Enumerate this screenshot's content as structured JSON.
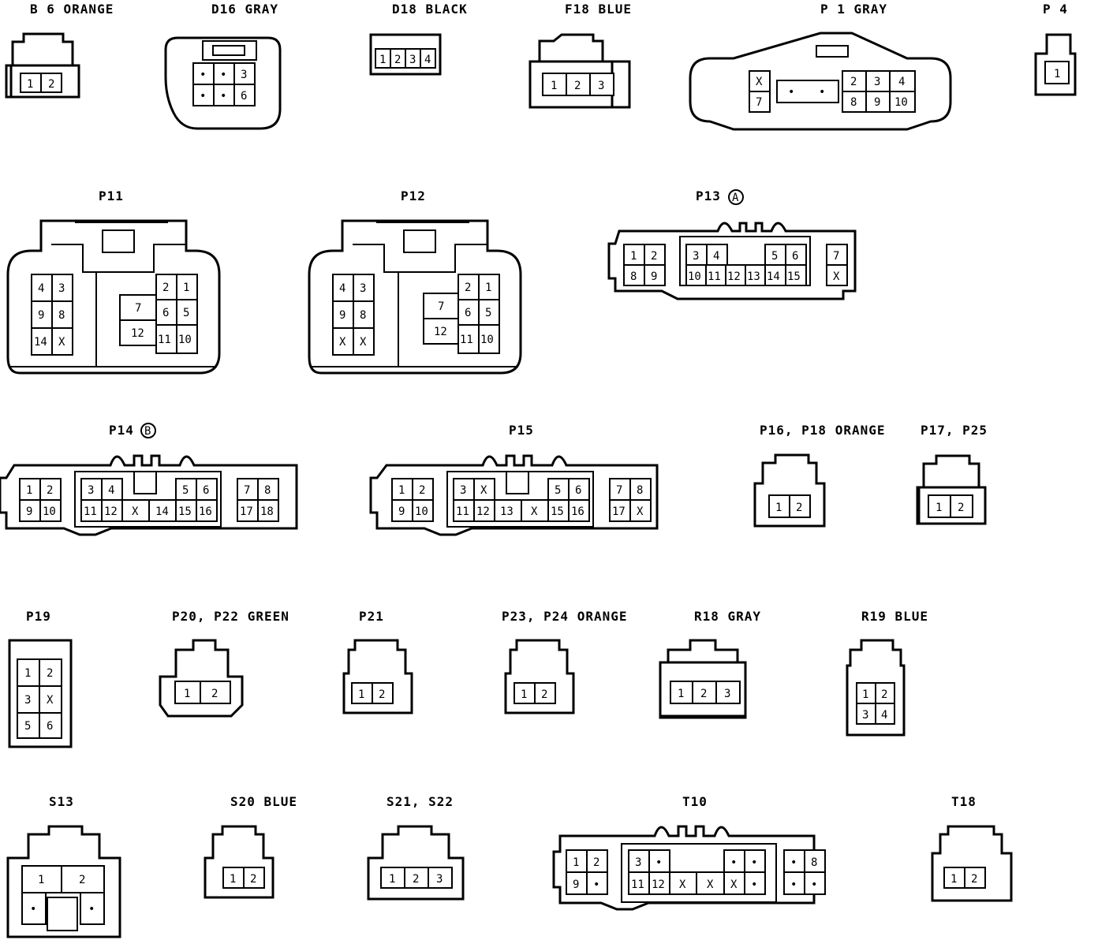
{
  "connectors": [
    {
      "label": "B 6  ORANGE",
      "pins": [
        "1",
        "2"
      ]
    },
    {
      "label": "D16  GRAY",
      "pins": [
        "•",
        "•",
        "3",
        "•",
        "•",
        "6"
      ]
    },
    {
      "label": "D18  BLACK",
      "pins": [
        "1",
        "2",
        "3",
        "4"
      ]
    },
    {
      "label": "F18  BLUE",
      "pins": [
        "1",
        "2",
        "3"
      ]
    },
    {
      "label": "P 1  GRAY",
      "pins": [
        "X",
        "7",
        "•",
        "•",
        "2",
        "3",
        "4",
        "8",
        "9",
        "10"
      ]
    },
    {
      "label": "P 4",
      "pins": [
        "1"
      ]
    },
    {
      "label": "P11",
      "pins": [
        "4",
        "3",
        "9",
        "8",
        "14",
        "X",
        "7",
        "12",
        "2",
        "1",
        "6",
        "5",
        "11",
        "10"
      ]
    },
    {
      "label": "P12",
      "pins": [
        "4",
        "3",
        "9",
        "8",
        "X",
        "X",
        "7",
        "12",
        "2",
        "1",
        "6",
        "5",
        "11",
        "10"
      ]
    },
    {
      "label": "P13",
      "badge": "A",
      "pins": [
        "1",
        "2",
        "8",
        "9",
        "3",
        "4",
        "5",
        "6",
        "10",
        "11",
        "12",
        "13",
        "14",
        "15",
        "7",
        "X"
      ]
    },
    {
      "label": "P14",
      "badge": "B",
      "pins": [
        "1",
        "2",
        "9",
        "10",
        "3",
        "4",
        "5",
        "6",
        "11",
        "12",
        "X",
        "14",
        "15",
        "16",
        "7",
        "8",
        "17",
        "18"
      ]
    },
    {
      "label": "P15",
      "pins": [
        "1",
        "2",
        "9",
        "10",
        "3",
        "X",
        "5",
        "6",
        "11",
        "12",
        "13",
        "X",
        "15",
        "16",
        "7",
        "8",
        "17",
        "X"
      ]
    },
    {
      "label": "P16, P18  ORANGE",
      "pins": [
        "1",
        "2"
      ]
    },
    {
      "label": "P17, P25",
      "pins": [
        "1",
        "2"
      ]
    },
    {
      "label": "P19",
      "pins": [
        "1",
        "2",
        "3",
        "X",
        "5",
        "6"
      ]
    },
    {
      "label": "P20, P22  GREEN",
      "pins": [
        "1",
        "2"
      ]
    },
    {
      "label": "P21",
      "pins": [
        "1",
        "2"
      ]
    },
    {
      "label": "P23, P24  ORANGE",
      "pins": [
        "1",
        "2"
      ]
    },
    {
      "label": "R18  GRAY",
      "pins": [
        "1",
        "2",
        "3"
      ]
    },
    {
      "label": "R19  BLUE",
      "pins": [
        "1",
        "2",
        "3",
        "4"
      ]
    },
    {
      "label": "S13",
      "pins": [
        "1",
        "2",
        "•",
        "•"
      ]
    },
    {
      "label": "S20  BLUE",
      "pins": [
        "1",
        "2"
      ]
    },
    {
      "label": "S21, S22",
      "pins": [
        "1",
        "2",
        "3"
      ]
    },
    {
      "label": "T10",
      "pins": [
        "1",
        "2",
        "9",
        "•",
        "3",
        "•",
        "•",
        "•",
        "11",
        "12",
        "X",
        "X",
        "X",
        "•",
        "•",
        "8",
        "•",
        "•"
      ]
    },
    {
      "label": "T18",
      "pins": [
        "1",
        "2"
      ]
    }
  ]
}
